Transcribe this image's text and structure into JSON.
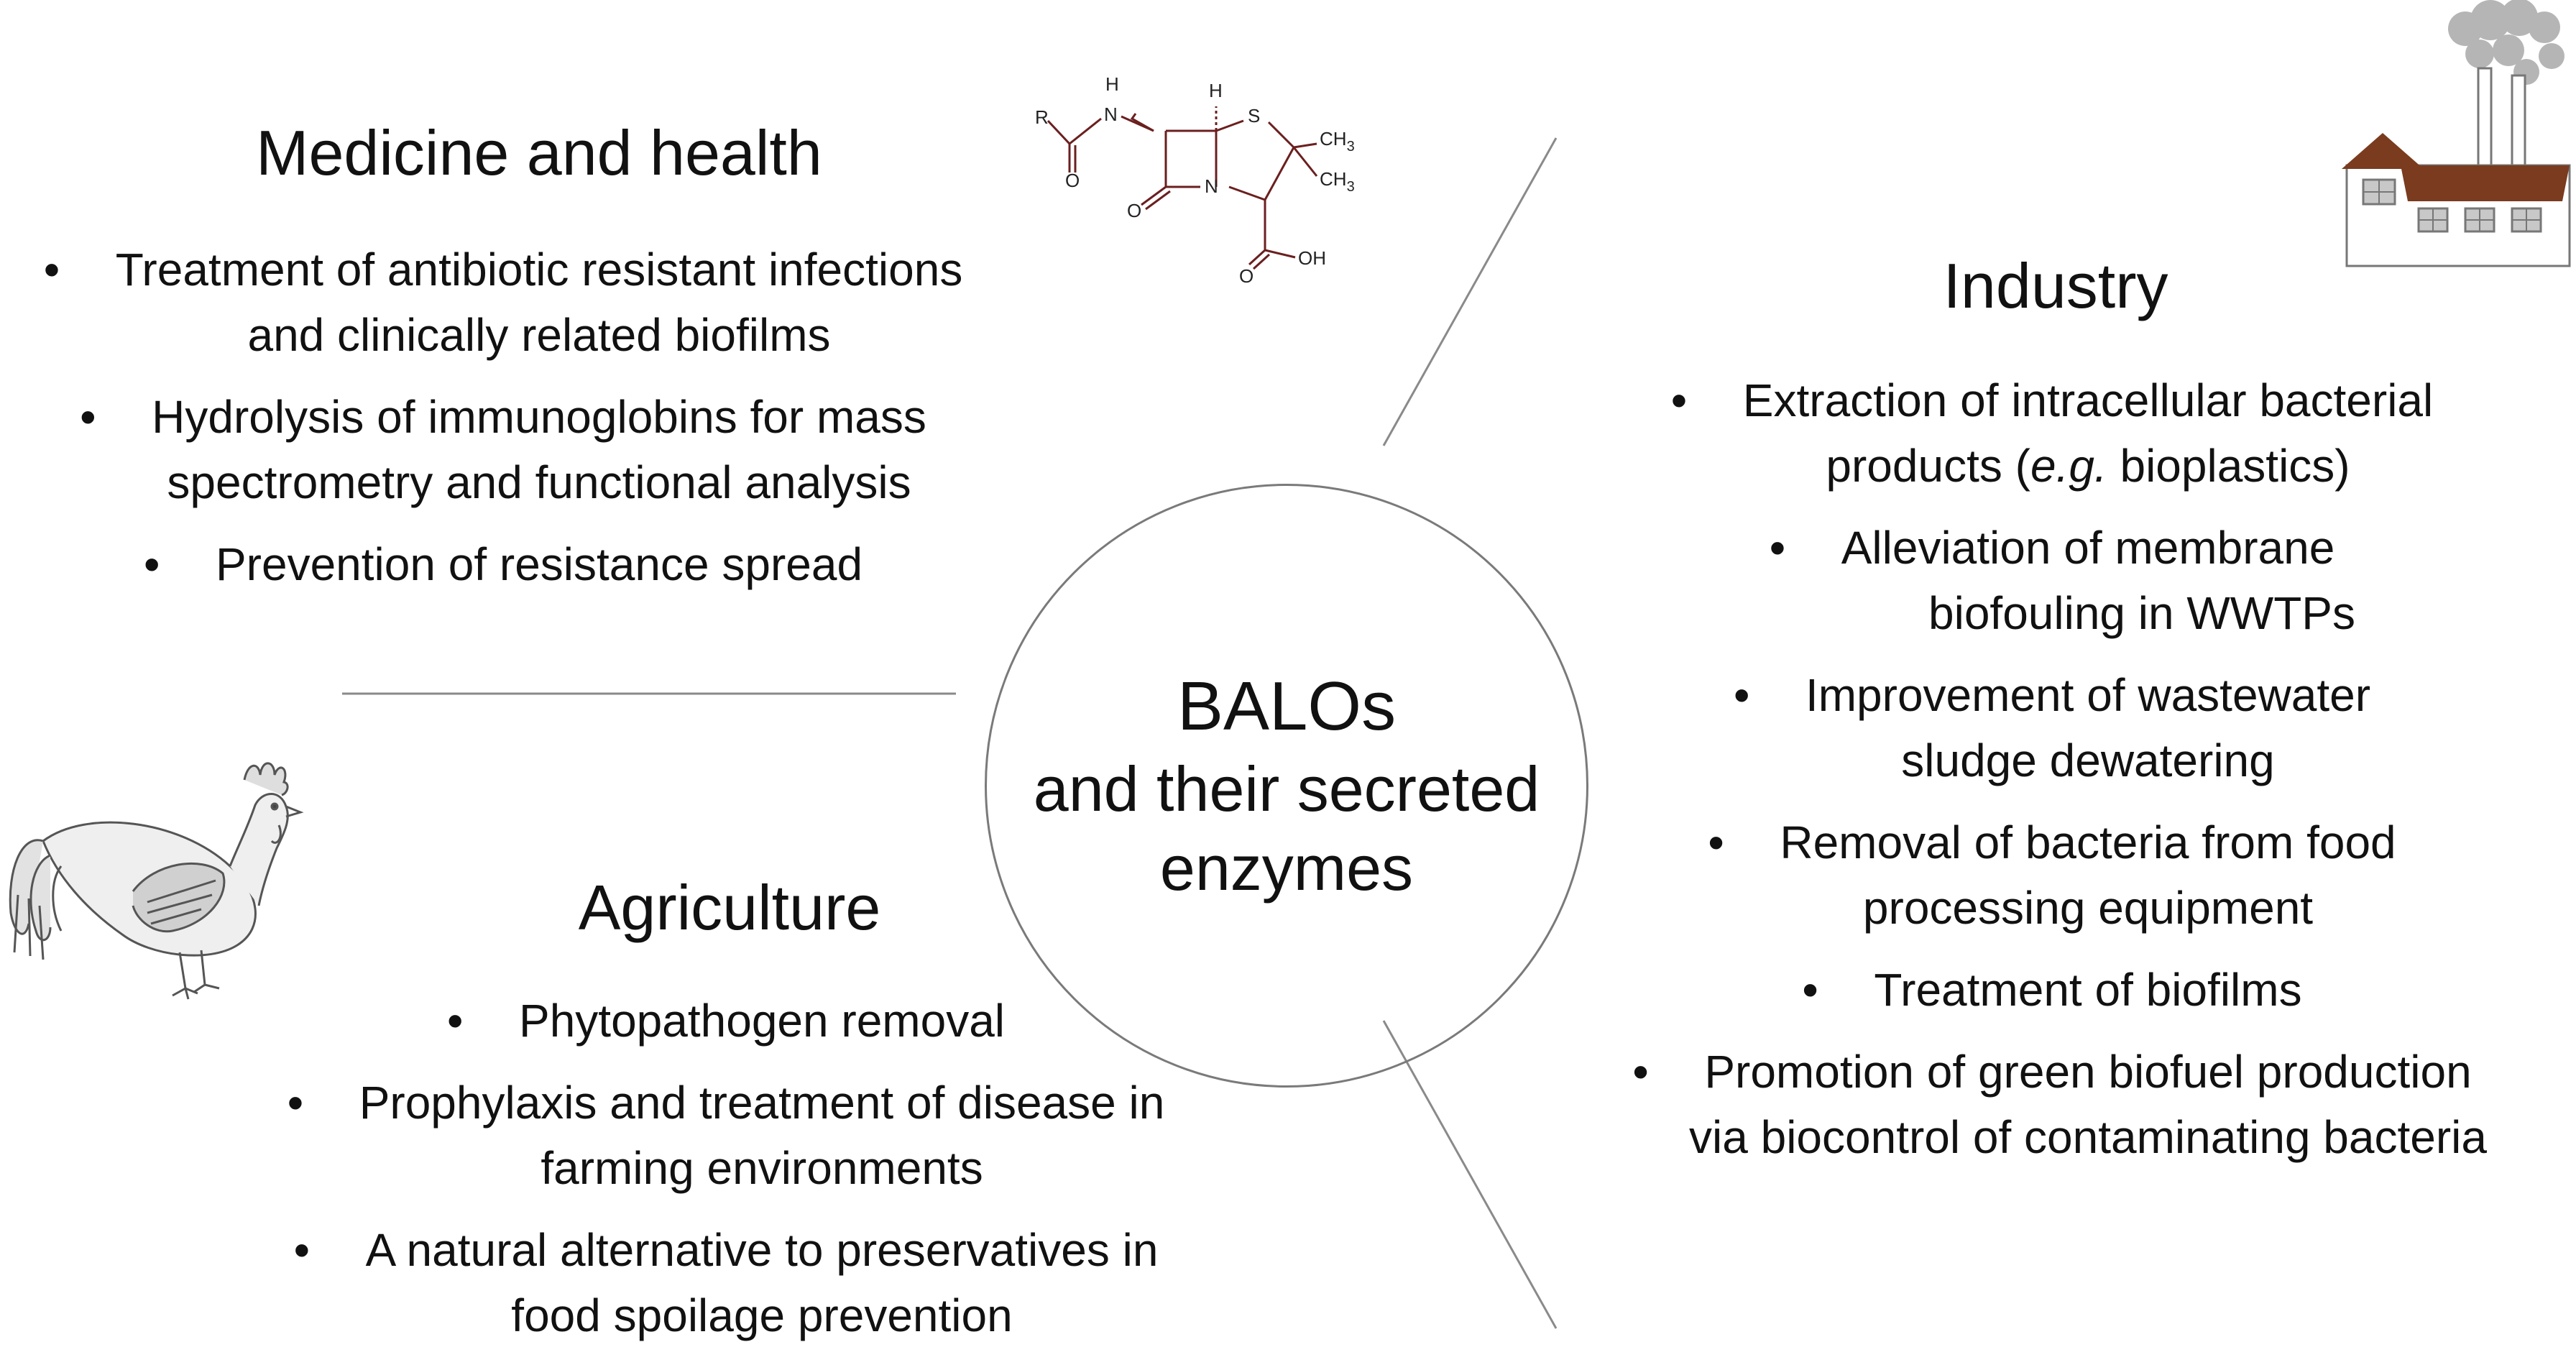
{
  "center": {
    "title": "BALOs",
    "subtitle_lines": [
      "and their secreted",
      "enzymes"
    ]
  },
  "medicine": {
    "heading": "Medicine and health",
    "items": [
      {
        "l1": "Treatment of antibiotic resistant infections",
        "l2": "and clinically related biofilms"
      },
      {
        "l1": "Hydrolysis of immunoglobins for mass",
        "l2": "spectrometry and functional analysis"
      },
      {
        "l1": "Prevention of resistance spread"
      }
    ]
  },
  "agriculture": {
    "heading": "Agriculture",
    "items": [
      {
        "l1": "Phytopathogen removal"
      },
      {
        "l1": "Prophylaxis and treatment of disease in",
        "l2": "farming environments"
      },
      {
        "l1": "A natural alternative to preservatives in",
        "l2": "food spoilage prevention"
      }
    ]
  },
  "industry": {
    "heading": "Industry",
    "items": [
      {
        "l1": "Extraction of intracellular bacterial",
        "l2_pre": "products (",
        "l2_em": "e.g.",
        "l2_post": " bioplastics)"
      },
      {
        "l1": "Alleviation of membrane",
        "l2": "biofouling in WWTPs"
      },
      {
        "l1": "Improvement of wastewater",
        "l2": "sludge dewatering"
      },
      {
        "l1": "Removal of bacteria from food",
        "l2": "processing equipment"
      },
      {
        "l1": "Treatment of biofilms"
      },
      {
        "l1": "Promotion of green biofuel production",
        "l2": "via biocontrol of contaminating  bacteria"
      }
    ]
  },
  "molecule": {
    "atoms": [
      "R",
      "H",
      "N",
      "H",
      "S",
      "CH3",
      "CH3",
      "O",
      "N",
      "O",
      "O",
      "OH"
    ],
    "colors": {
      "bond": "#6b1f1f",
      "atom": "#222222"
    }
  },
  "icons": [
    "penicillin-molecule-icon",
    "factory-icon",
    "rooster-icon"
  ],
  "colors": {
    "divider": "#8a8a8a",
    "circle": "#7a7a7a",
    "roof": "#7a3b1f",
    "smoke": "#b5b5b5"
  }
}
